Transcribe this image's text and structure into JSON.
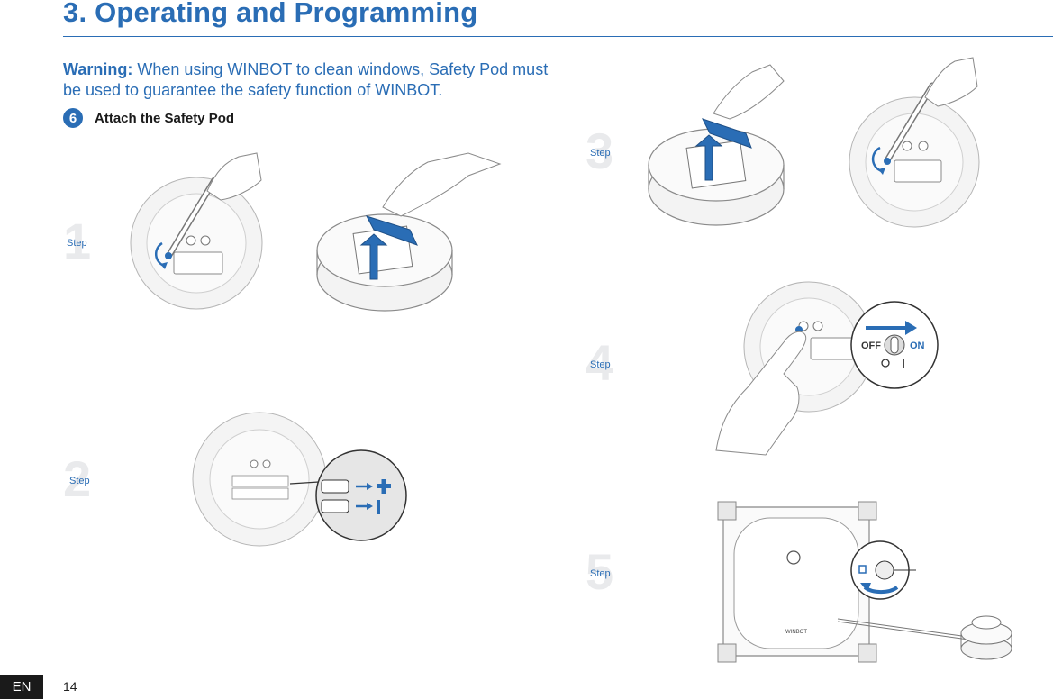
{
  "header": {
    "title": "3. Operating and Programming"
  },
  "warning": {
    "label": "Warning:",
    "text": " When using WINBOT to clean windows, Safety Pod must be used to guarantee the safety function of WINBOT."
  },
  "section": {
    "number": "6",
    "title": "Attach the Safety Pod"
  },
  "steps": [
    {
      "number": "1",
      "label": "Step"
    },
    {
      "number": "2",
      "label": "Step"
    },
    {
      "number": "3",
      "label": "Step"
    },
    {
      "number": "4",
      "label": "Step"
    },
    {
      "number": "5",
      "label": "Step"
    }
  ],
  "switch_callout": {
    "off_label": "OFF",
    "on_label": "ON"
  },
  "winbot_label": "WINBOT",
  "footer": {
    "language": "EN",
    "page_number": "14"
  },
  "colors": {
    "accent": "#2a6db5",
    "step_number": "#e9eaec",
    "device_outline": "#9a9a9a"
  }
}
